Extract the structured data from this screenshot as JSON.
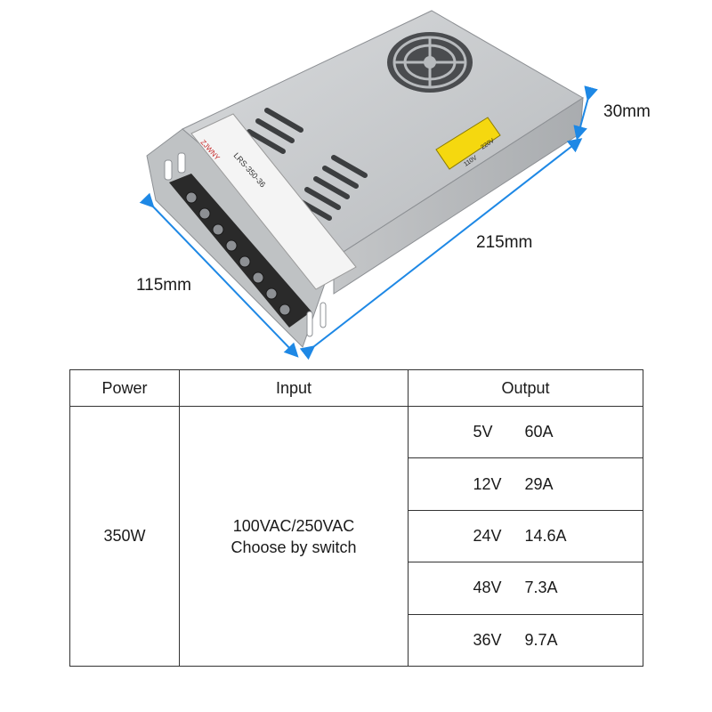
{
  "image": {
    "brand_label": "ZJWNY",
    "model_label": "LRS-350-36",
    "switch_label_low": "110V",
    "switch_label_high": "220V",
    "dimensions": {
      "height": "30mm",
      "length": "215mm",
      "width": "115mm"
    },
    "colors": {
      "dimension_arrow": "#1e88e5",
      "case": "#c9cbcd",
      "terminal_block": "#2a2a2a",
      "warning_label": "#f5d80f"
    }
  },
  "table": {
    "headers": {
      "power": "Power",
      "input": "Input",
      "output": "Output"
    },
    "power": "350W",
    "input_line1": "100VAC/250VAC",
    "input_line2": "Choose by switch",
    "outputs": [
      {
        "voltage": "5V",
        "current": "60A"
      },
      {
        "voltage": "12V",
        "current": "29A"
      },
      {
        "voltage": "24V",
        "current": "14.6A"
      },
      {
        "voltage": "48V",
        "current": "7.3A"
      },
      {
        "voltage": "36V",
        "current": "9.7A"
      }
    ]
  }
}
